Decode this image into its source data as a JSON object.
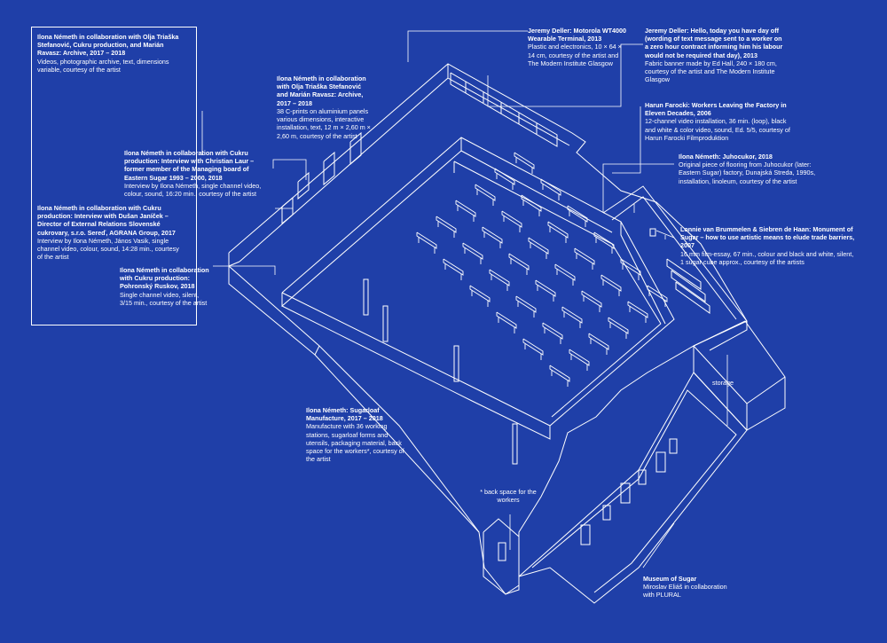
{
  "colors": {
    "background": "#1f3fa8",
    "ink": "#ffffff"
  },
  "labels": {
    "archive_left": {
      "title": "Ilona Németh in collaboration with Olja Triaška Stefanović, Cukru production, and Marián Ravasz: Archive, 2017 – 2018",
      "body": "Videos, photographic archive, text, dimensions variable, courtesy of the artist"
    },
    "archive_center": {
      "title": "Ilona Németh in collaboration with Olja Triaška Stefanović and Marián Ravasz: Archive, 2017 – 2018",
      "body": "38 C-prints on aluminium panels various dimensions, interactive installation, text, 12 m × 2,60 m × 2,60 m, courtesy of the artist"
    },
    "interview_laur": {
      "title": "Ilona Németh in collaboration with Cukru production: Interview with Christian Laur – former member of the Managing board of Eastern Sugar 1993 – 2000, 2018",
      "body": "Interview by Ilona Németh, single channel video, colour, sound, 16:20 min., courtesy of the artist"
    },
    "interview_janicek": {
      "title": "Ilona Németh in collaboration with Cukru production: Interview with Dušan Janíček – Director of External Relations Slovenské cukrovary, s.r.o. Sereď, AGRANA Group, 2017",
      "body": "Interview by Ilona Németh, János Vasik, single channel video, colour, sound, 14:28 min., courtesy of the artist"
    },
    "pohronsky": {
      "title": "Ilona Németh in collaboration with Cukru production: Pohronský Ruskov, 2018",
      "body": "Single channel video, silent, 3/15 min., courtesy of the artist"
    },
    "deller_motorola": {
      "title": "Jeremy Deller: Motorola WT4000 Wearable Terminal, 2013",
      "body": "Plastic and electronics, 10 × 64 × 14 cm, courtesy of the artist and The Modern Institute Glasgow"
    },
    "deller_banner": {
      "title": "Jeremy Deller: Hello, today you have day off (wording of text message sent to a worker on a zero hour contract informing him his labour would not be required that day), 2013",
      "body": "Fabric banner made by Ed Hall, 240 × 180 cm, courtesy of the artist and The Modern Institute Glasgow"
    },
    "farocki": {
      "title": "Harun Farocki: Workers Leaving the Factory in Eleven Decades, 2006",
      "body": "12-channel video installation, 36 min. (loop), black and white & color video, sound, Ed. 5/5, courtesy of Harun Farocki Filmproduktion"
    },
    "juhocukor": {
      "title": "Ilona Németh: Juhocukor, 2018",
      "body": "Original piece of flooring from Juhocukor (later: Eastern Sugar) factory, Dunajská Streda, 1990s, installation, linoleum, courtesy of the artist"
    },
    "brummelen": {
      "title": "Lonnie van Brummelen & Siebren de Haan: Monument of Sugar – how to use artistic means to elude trade barriers, 2007",
      "body": "16 mm film-essay, 67 min., colour and black and white, silent, 1 sugar cube approx., courtesy of the artists"
    },
    "sugarloaf": {
      "title": "Ilona Németh: Sugarloaf Manufacture, 2017 – 2018",
      "body": "Manufacture with 36 working stations, sugarloaf forms and utensils, packaging material, back space for the workers*, courtesy of the artist"
    },
    "museum": {
      "title": "Museum of Sugar",
      "body": "Miroslav Eliáš in collaboration with PLURAL"
    },
    "storage": "storage",
    "back_space": "* back space for the workers"
  }
}
